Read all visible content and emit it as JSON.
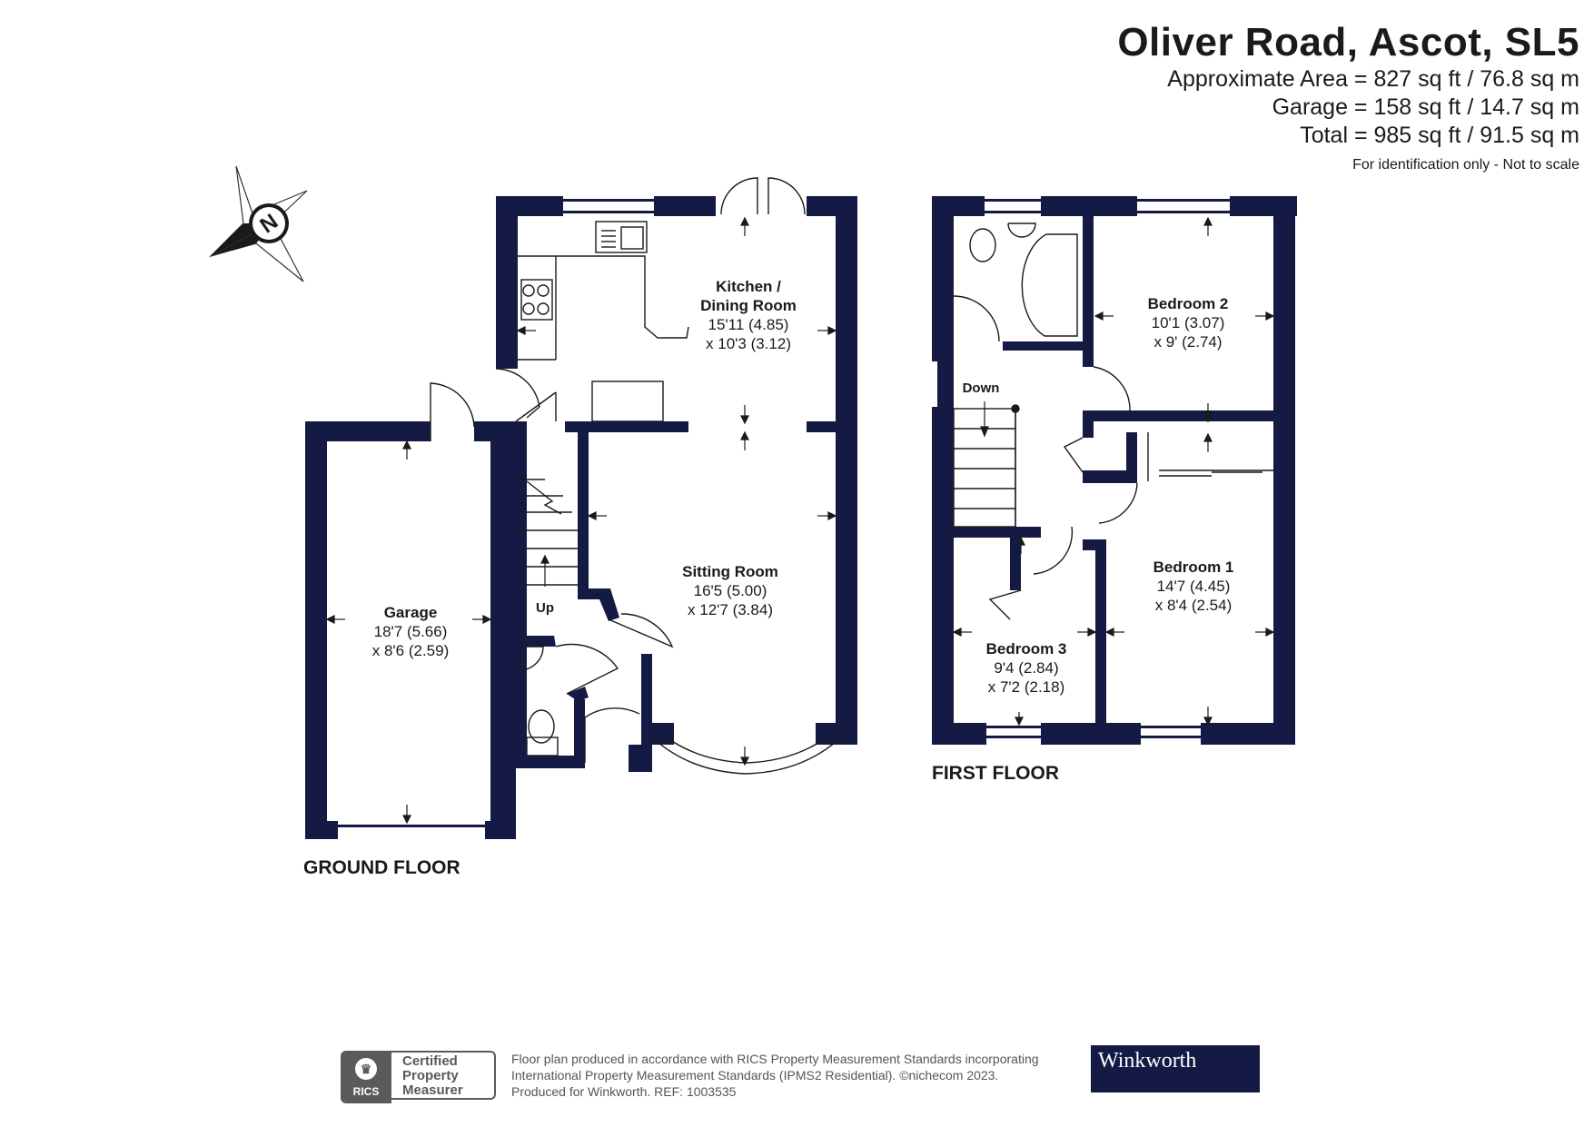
{
  "header": {
    "title": "Oliver Road, Ascot, SL5",
    "approx_area": "Approximate Area = 827 sq ft / 76.8 sq m",
    "garage_area": "Garage = 158 sq ft / 14.7 sq m",
    "total_area": "Total = 985 sq ft / 91.5 sq m",
    "note": "For identification only - Not to scale"
  },
  "compass": {
    "label": "N"
  },
  "ground_floor": {
    "label": "GROUND FLOOR",
    "up_label": "Up",
    "rooms": {
      "kitchen": {
        "name_line1": "Kitchen /",
        "name_line2": "Dining Room",
        "dim1": "15'11 (4.85)",
        "dim2": "x 10'3 (3.12)"
      },
      "sitting": {
        "name": "Sitting Room",
        "dim1": "16'5 (5.00)",
        "dim2": "x 12'7 (3.84)"
      },
      "garage": {
        "name": "Garage",
        "dim1": "18'7 (5.66)",
        "dim2": "x 8'6 (2.59)"
      }
    }
  },
  "first_floor": {
    "label": "FIRST FLOOR",
    "down_label": "Down",
    "rooms": {
      "bedroom2": {
        "name": "Bedroom 2",
        "dim1": "10'1 (3.07)",
        "dim2": "x 9' (2.74)"
      },
      "bedroom1": {
        "name": "Bedroom 1",
        "dim1": "14'7 (4.45)",
        "dim2": "x 8'4 (2.54)"
      },
      "bedroom3": {
        "name": "Bedroom 3",
        "dim1": "9'4 (2.84)",
        "dim2": "x 7'2 (2.18)"
      }
    }
  },
  "footer": {
    "rics_badge": "RICS",
    "rics_cert_1": "Certified",
    "rics_cert_2": "Property",
    "rics_cert_3": "Measurer",
    "credit_1": "Floor plan produced in accordance with RICS Property Measurement Standards incorporating",
    "credit_2": "International Property Measurement Standards (IPMS2 Residential).  ©nichecom 2023.",
    "credit_3": "Produced for Winkworth.   REF: 1003535",
    "brand": "Winkworth"
  },
  "colors": {
    "wall": "#141a44",
    "line": "#1a1a1a"
  }
}
